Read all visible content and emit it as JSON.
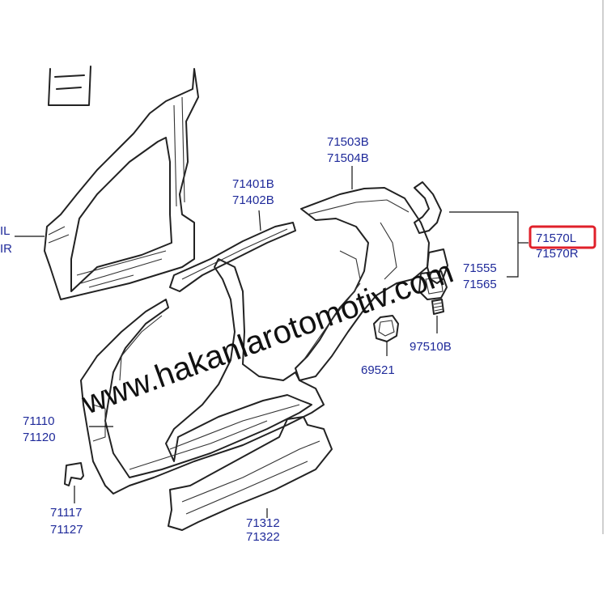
{
  "callouts": {
    "c_left_top": "IL",
    "c_left_bot": "IR",
    "c_71401": "71401B",
    "c_71402": "71402B",
    "c_71503": "71503B",
    "c_71504": "71504B",
    "c_71570l": "71570L",
    "c_71570r": "71570R",
    "c_71555": "71555",
    "c_71565": "71565",
    "c_97510": "97510B",
    "c_69521": "69521",
    "c_71110": "71110",
    "c_71120": "71120",
    "c_71117": "71117",
    "c_71127": "71127",
    "c_71312": "71312",
    "c_71322": "71322"
  },
  "watermark": "www.hakanlarotomotiv.com",
  "colors": {
    "label": "#1f2a9a",
    "highlight": "#e0202a",
    "line": "#222222"
  }
}
